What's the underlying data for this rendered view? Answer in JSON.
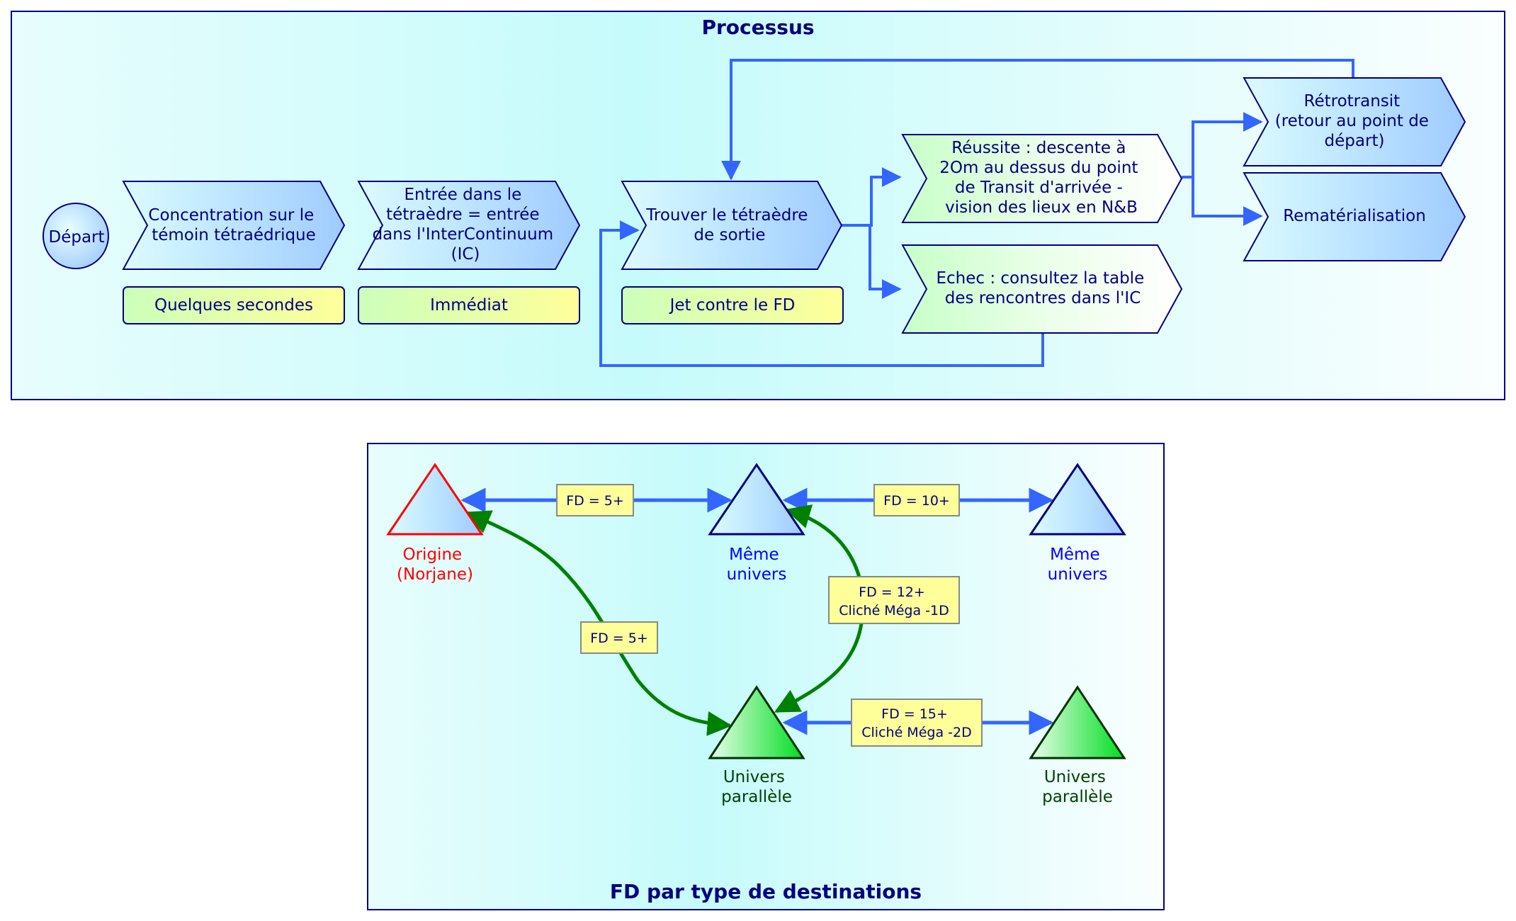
{
  "process": {
    "title": "Processus",
    "start": "Départ",
    "steps": {
      "concentration": [
        "Concentration sur le",
        "témoin tétraédrique"
      ],
      "entree": [
        "Entrée dans le",
        "tétraèdre = entrée",
        "dans l'InterContinuum",
        "(IC)"
      ],
      "trouver": [
        "Trouver le tétraèdre",
        "de sortie"
      ],
      "reussite": [
        "Réussite : descente à",
        "2Om au dessus du point",
        "de Transit d'arrivée -",
        "vision des lieux en N&B"
      ],
      "echec": [
        "Echec : consultez la table",
        "des rencontres dans l'IC"
      ],
      "retrotransit": [
        "Rétrotransit",
        "(retour au point de",
        "départ)"
      ],
      "rematerialisation": [
        "Rematérialisation"
      ]
    },
    "notes": {
      "concentration": "Quelques secondes",
      "entree": "Immédiat",
      "trouver": "Jet contre le FD"
    }
  },
  "destinations": {
    "title": "FD par type de destinations",
    "nodes": {
      "origine": [
        "Origine",
        "(Norjane)"
      ],
      "meme1": [
        "Même",
        "univers"
      ],
      "meme2": [
        "Même",
        "univers"
      ],
      "para1": [
        "Univers",
        "parallèle"
      ],
      "para2": [
        "Univers",
        "parallèle"
      ]
    },
    "edges": {
      "origine_meme1": [
        "FD = 5+"
      ],
      "meme1_meme2": [
        "FD = 10+"
      ],
      "origine_para1": [
        "FD = 5+"
      ],
      "meme1_para1": [
        "FD = 12+",
        "Cliché Méga -1D"
      ],
      "para1_para2": [
        "FD = 15+",
        "Cliché Méga -2D"
      ]
    }
  },
  "colors": {
    "border": "#000080",
    "arrow_blue": "#3366ff",
    "arrow_green": "#008000",
    "origin_red": "#ff0000",
    "univers_blue": "#0000ff",
    "parallel_dark": "#004000",
    "note_yellow": "#ffff99"
  }
}
